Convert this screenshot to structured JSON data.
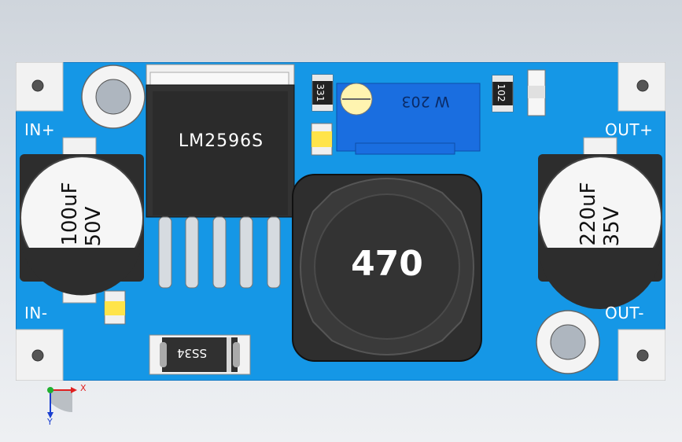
{
  "board": {
    "labels": {
      "in_plus": "IN+",
      "in_minus": "IN-",
      "out_plus": "OUT+",
      "out_minus": "OUT-"
    }
  },
  "components": {
    "regulator_ic": "LM2596S",
    "input_cap": {
      "value": "100uF",
      "voltage": "50V"
    },
    "output_cap": {
      "value": "220uF",
      "voltage": "35V"
    },
    "inductor": "470",
    "trimmer": "W 203",
    "resistor_left": "331",
    "resistor_right": "102",
    "diode": "SS34"
  },
  "triad": {
    "x": "X",
    "y": "Y"
  },
  "colors": {
    "board": "#1597e6",
    "pad": "#f2f2f2",
    "chip": "#303030",
    "trimmer": "#1a6ee0",
    "x_axis": "#e02020",
    "y_axis": "#1a3fd0",
    "origin": "#20b030"
  }
}
